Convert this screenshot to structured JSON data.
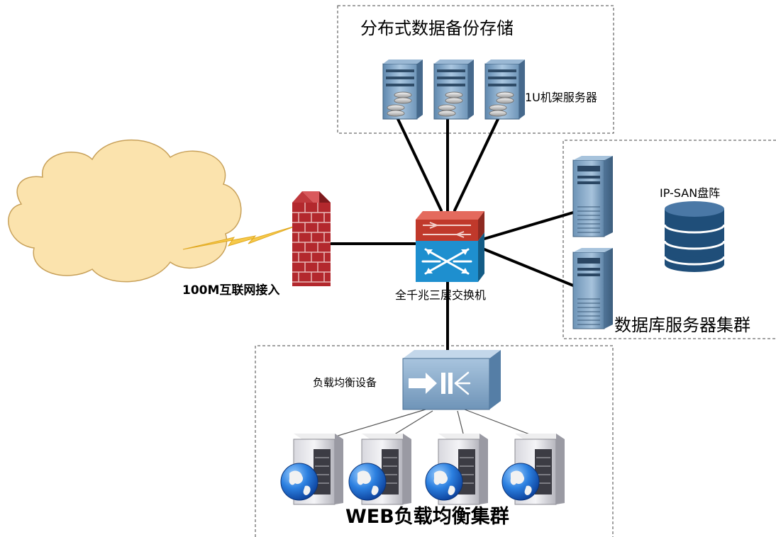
{
  "labels": {
    "storage_title": "分布式数据备份存储",
    "rack_server": "1U机架服务器",
    "ip_san": "IP-SAN盘阵",
    "db_cluster": "数据库服务器集群",
    "core_switch": "全千兆三层交换机",
    "internet": "100M互联网接入",
    "load_balancer": "负载均衡设备",
    "web_cluster": "WEB负载均衡集群"
  },
  "colors": {
    "cloud_fill": "#fbe3ad",
    "cloud_stroke": "#c8a15a",
    "lightning": "#f6c94a",
    "firewall": "#b3282d",
    "switch_top": "#c0392b",
    "switch_bottom": "#1e8fcf",
    "server_blue": "#7aa3c6",
    "web_server": "#a8a8b0",
    "globe": "#1f6fd0"
  },
  "icons": {
    "cloud": "internet-cloud-icon",
    "lightning": "lightning-bolt-icon",
    "firewall": "firewall-icon",
    "switch": "layer3-switch-icon",
    "rack_server": "rack-server-icon",
    "tower_server": "tower-server-icon",
    "database": "database-icon",
    "load_balancer": "load-balancer-icon",
    "web_server": "web-server-globe-icon"
  }
}
